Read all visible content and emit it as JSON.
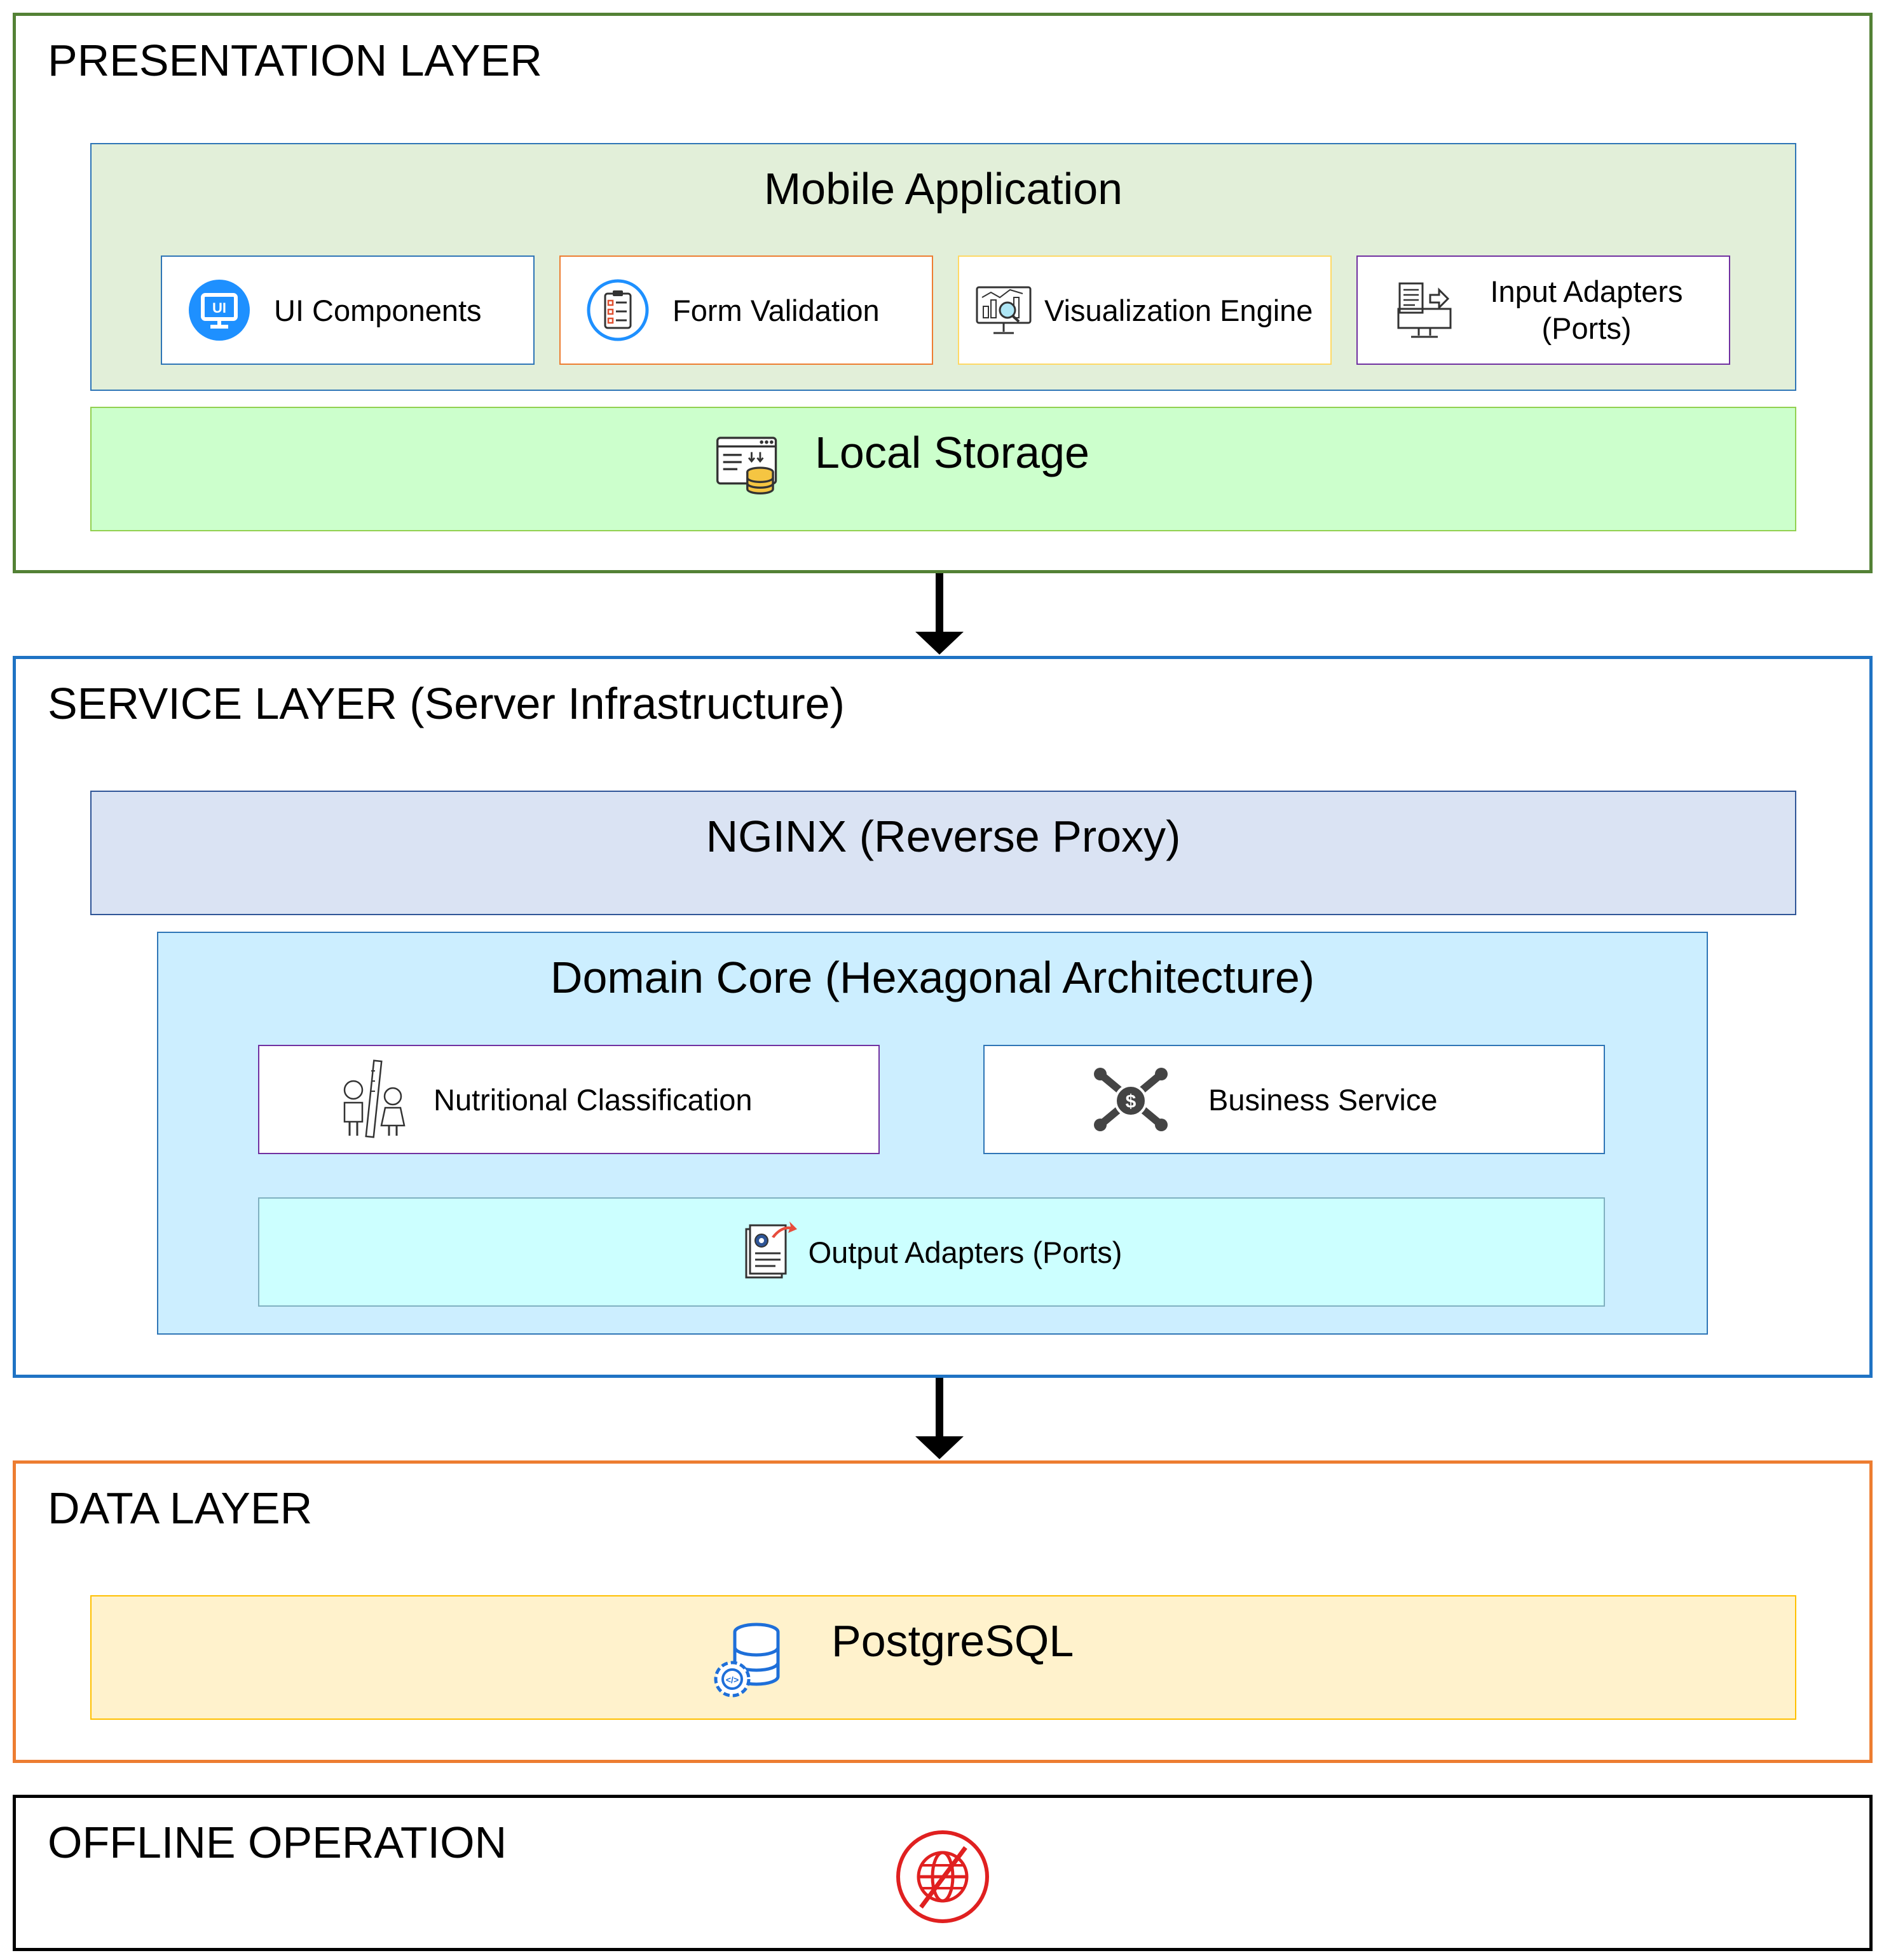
{
  "layers": {
    "presentation": {
      "title": "PRESENTATION LAYER",
      "mobile_app": {
        "title": "Mobile Application",
        "components": [
          {
            "label": "UI Components",
            "icon": "ui-monitor-icon"
          },
          {
            "label": "Form Validation",
            "icon": "clipboard-checklist-icon"
          },
          {
            "label": "Visualization Engine",
            "icon": "chart-magnifier-icon"
          },
          {
            "label_line1": "Input Adapters",
            "label_line2": "(Ports)",
            "icon": "input-adapter-icon"
          }
        ]
      },
      "local_storage": {
        "label": "Local Storage",
        "icon": "storage-database-icon"
      }
    },
    "service": {
      "title": "SERVICE LAYER (Server Infrastructure)",
      "nginx": {
        "label": "NGINX (Reverse Proxy)"
      },
      "domain_core": {
        "title": "Domain Core (Hexagonal Architecture)",
        "nutritional": {
          "label": "Nutritional Classification",
          "icon": "children-measuring-icon"
        },
        "business": {
          "label": "Business Service",
          "icon": "wrenches-dollar-icon"
        },
        "output_adapters": {
          "label": "Output Adapters (Ports)",
          "icon": "document-export-icon"
        }
      }
    },
    "data": {
      "title": "DATA LAYER",
      "postgres": {
        "label": "PostgreSQL",
        "icon": "database-gear-icon"
      }
    },
    "offline": {
      "title": "OFFLINE OPERATION",
      "icon": "no-internet-globe-icon"
    }
  },
  "colors": {
    "presentation_border": "#538135",
    "service_border": "#1f73c4",
    "data_border": "#ed7d31",
    "offline_border": "#000000",
    "mobile_fill": "#e2efd9",
    "mobile_border": "#2e75b6",
    "storage_fill": "#ccffcc",
    "storage_border": "#92d050",
    "nginx_fill": "#dae3f3",
    "nginx_border": "#2f5597",
    "domain_fill": "#cceeff",
    "domain_border": "#2e75b6",
    "output_fill": "#ccffff",
    "output_border": "#7fb0c0",
    "postgres_fill": "#fff2cc",
    "postgres_border": "#ffc000"
  }
}
